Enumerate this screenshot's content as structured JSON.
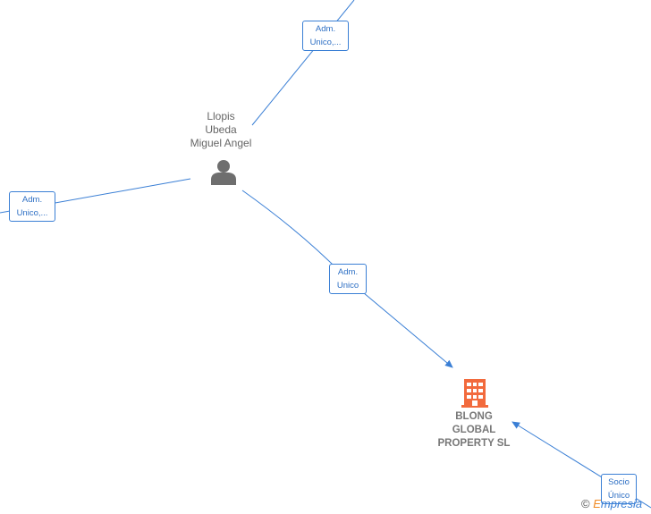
{
  "diagram": {
    "person": {
      "name_lines": [
        "Llopis",
        "Ubeda",
        "Miguel Angel"
      ],
      "icon": "person-icon",
      "color": "#6e6e6e"
    },
    "company": {
      "name_lines": [
        "BLONG",
        "GLOBAL",
        "PROPERTY  SL"
      ],
      "icon": "building-icon",
      "color": "#f26a3d"
    },
    "edges": [
      {
        "label_lines": [
          "Adm.",
          "Unico,..."
        ]
      },
      {
        "label_lines": [
          "Adm.",
          "Unico,..."
        ]
      },
      {
        "label_lines": [
          "Adm.",
          "Unico"
        ]
      },
      {
        "label_lines": [
          "Socio",
          "Único"
        ]
      }
    ],
    "edge_color": "#3a7fd5"
  },
  "footer": {
    "copyright_symbol": "©",
    "brand_first": "E",
    "brand_rest": "mpresia"
  }
}
